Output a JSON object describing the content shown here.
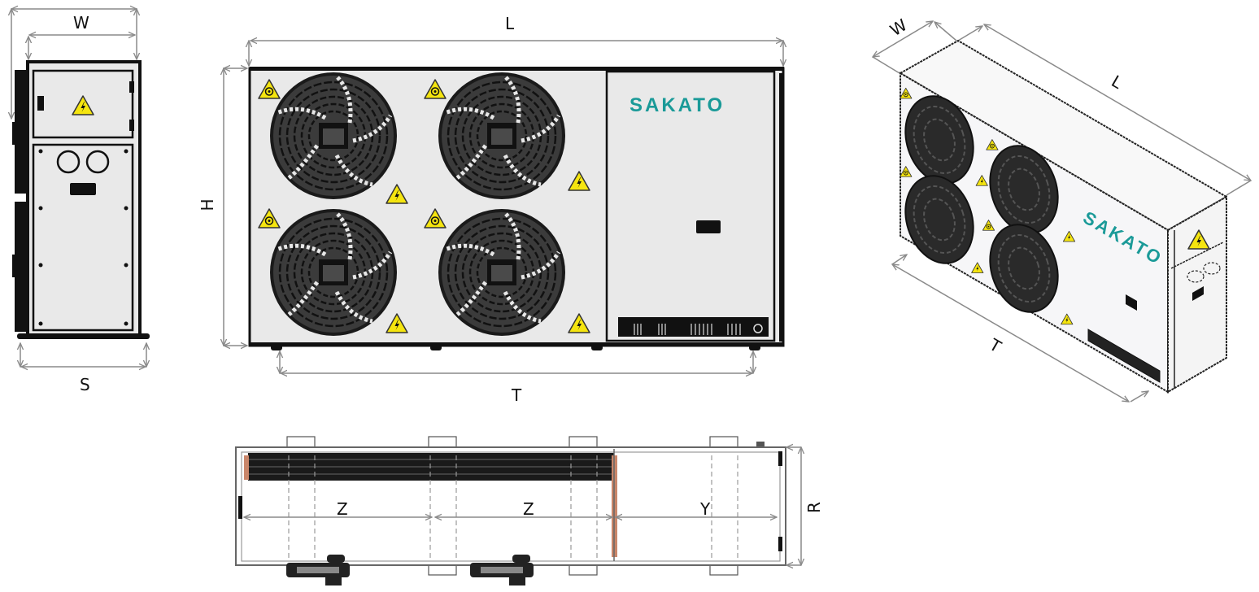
{
  "brand": {
    "name": "SAKATO",
    "color": "#1a9a98"
  },
  "colors": {
    "body_fill": "#e9e9e9",
    "outline": "#111111",
    "dimension_line": "#8a8a8a",
    "warning_yellow": "#f5e50f",
    "fan_fill": "#3b3b3b",
    "pipe_copper": "#c9866a"
  },
  "views": {
    "side_view": {
      "dimensions": {
        "top": "W",
        "bottom": "S"
      }
    },
    "front_view": {
      "dimensions": {
        "top": "L",
        "left": "H",
        "bottom": "T"
      },
      "fan_count": 4,
      "warning_labels": [
        "rotating-fan-warning",
        "electrical-hazard-warning"
      ]
    },
    "isometric_view": {
      "dimensions": {
        "width": "W",
        "length": "L",
        "base": "T"
      }
    },
    "top_view": {
      "dimensions": {
        "segment_1": "Z",
        "segment_2": "Z",
        "segment_3": "Y",
        "depth": "R"
      }
    }
  }
}
